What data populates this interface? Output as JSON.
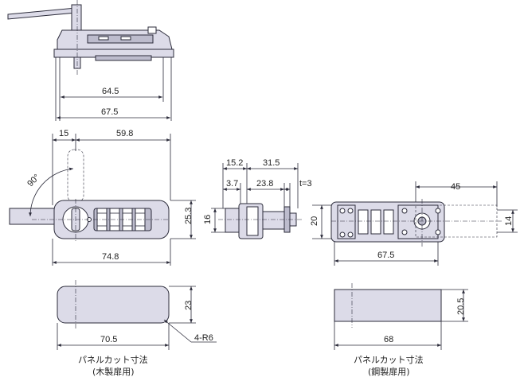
{
  "top_view": {
    "dims": {
      "overall_inner": "64.5",
      "overall_outer": "67.5"
    }
  },
  "front_view": {
    "dims": {
      "width_top_left": "15",
      "width_top_right": "59.8",
      "height": "25.3",
      "width_bottom": "74.8",
      "angle": "90°"
    }
  },
  "side_view": {
    "dims": {
      "d1": "15.2",
      "d2": "31.5",
      "d3": "3.7",
      "d4": "23.8",
      "thickness": "t=3",
      "height": "16"
    }
  },
  "rear_view": {
    "dims": {
      "top": "45",
      "left_height": "20",
      "right_height": "14",
      "bottom": "67.5"
    }
  },
  "cutout_wood": {
    "dims": {
      "height": "23",
      "width": "70.5",
      "radius": "4-R6"
    },
    "caption_line1": "パネルカット寸法",
    "caption_line2": "(木製扉用)"
  },
  "cutout_steel": {
    "dims": {
      "height": "20.5",
      "width": "68"
    },
    "caption_line1": "パネルカット寸法",
    "caption_line2": "(鋼製扉用)"
  }
}
